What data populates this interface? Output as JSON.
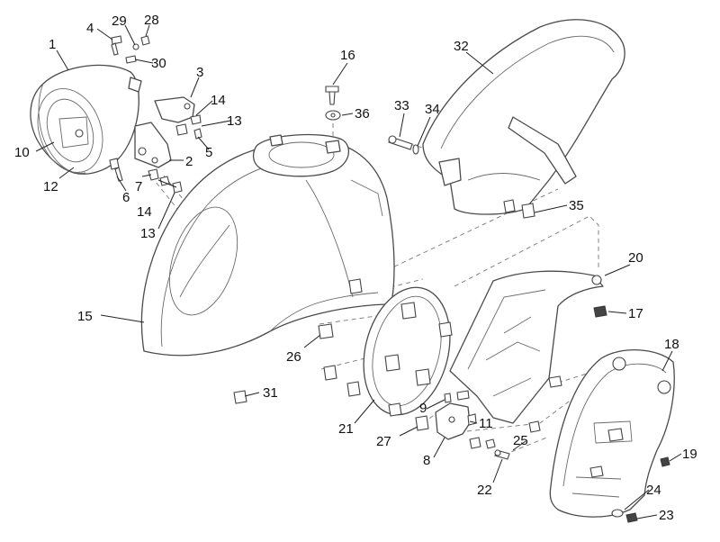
{
  "labels": {
    "l1": "1",
    "l2": "2",
    "l3": "3",
    "l4": "4",
    "l5": "5",
    "l6": "6",
    "l7": "7",
    "l8": "8",
    "l9": "9",
    "l10": "10",
    "l11": "11",
    "l12": "12",
    "l13a": "13",
    "l13b": "13",
    "l14a": "14",
    "l14b": "14",
    "l15": "15",
    "l16": "16",
    "l17": "17",
    "l18": "18",
    "l19": "19",
    "l20": "20",
    "l21": "21",
    "l22": "22",
    "l23": "23",
    "l24": "24",
    "l25": "25",
    "l26": "26",
    "l27": "27",
    "l28": "28",
    "l29": "29",
    "l30": "30",
    "l31": "31",
    "l32": "32",
    "l33": "33",
    "l34": "34",
    "l35": "35",
    "l36": "36"
  },
  "colors": {
    "line": "#4a4a4a",
    "label": "#111111",
    "background": "#ffffff"
  }
}
